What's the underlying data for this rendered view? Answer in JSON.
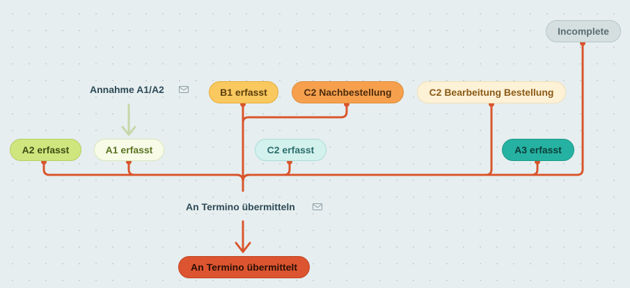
{
  "states": {
    "incomplete": "Incomplete",
    "b1_erfasst": "B1 erfasst",
    "c2_nachbestellung": "C2 Nachbestellung",
    "c2_bearbeitung": "C2 Bearbeitung Bestellung",
    "a2_erfasst": "A2 erfasst",
    "a1_erfasst": "A1 erfasst",
    "c2_erfasst": "C2 erfasst",
    "a3_erfasst": "A3 erfasst",
    "an_termino_uebermittelt": "An Termino übermittelt"
  },
  "transitions": {
    "annahme": "Annahme A1/A2",
    "an_termino": "An Termino übermitteln"
  },
  "icons": {
    "transition_icon": "mail-icon"
  },
  "colors": {
    "edge": "#d9552c",
    "arrow_annahme": "#c7d8a8",
    "final_state": "#dc5530"
  }
}
